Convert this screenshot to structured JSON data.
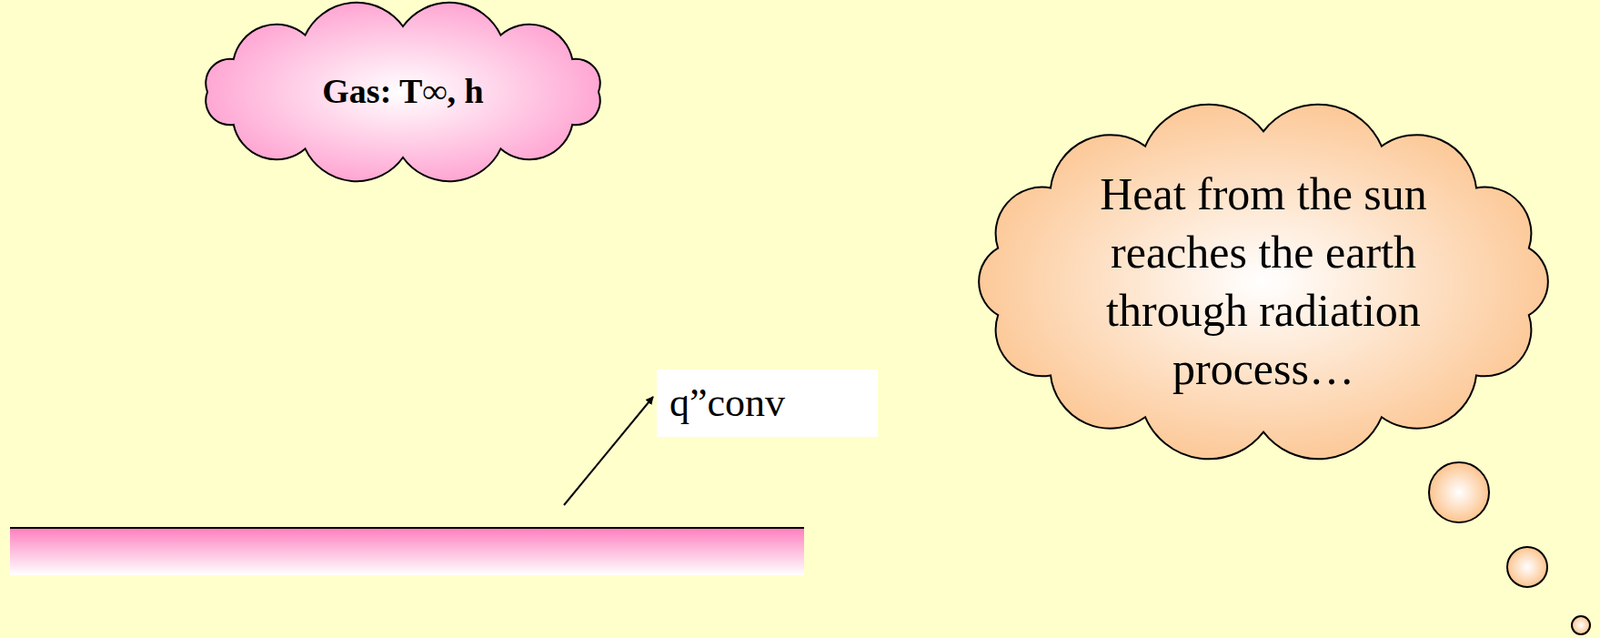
{
  "diagram": {
    "nodes": [
      {
        "text": [
          "Gas: T∞, h"
        ]
      },
      {
        "text": [
          "q”conv"
        ]
      },
      {
        "text": [
          "Heat from the sun reaches the earth through radiation process…"
        ]
      }
    ]
  }
}
